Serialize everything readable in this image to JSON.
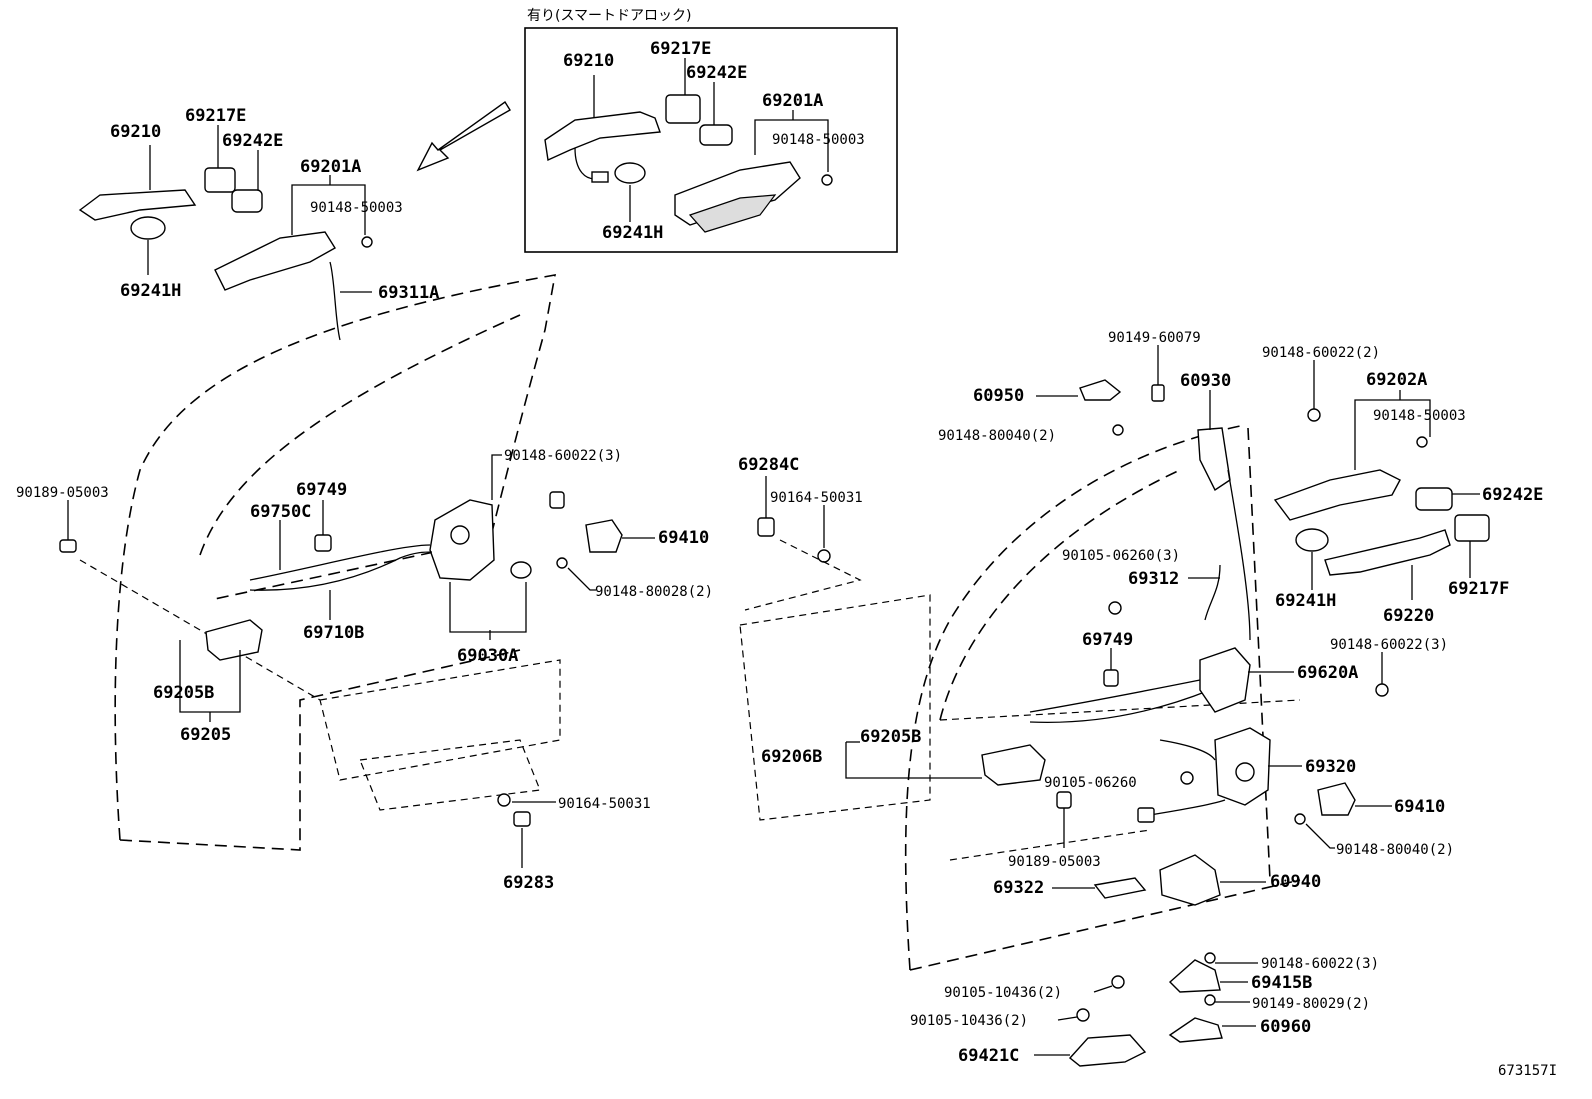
{
  "inset": {
    "title": "有り(スマートドアロック)"
  },
  "drawing_id": "673157I",
  "labels": {
    "i_69210": "69210",
    "i_69217E": "69217E",
    "i_69242E": "69242E",
    "i_69201A": "69201A",
    "i_90148_50003": "90148-50003",
    "i_69241H": "69241H",
    "l_69210": "69210",
    "l_69217E": "69217E",
    "l_69242E": "69242E",
    "l_69201A": "69201A",
    "l_90148_50003": "90148-50003",
    "l_69241H": "69241H",
    "l_69311A": "69311A",
    "l_90148_60022_3": "90148-60022(3)",
    "l_69749": "69749",
    "l_69750C": "69750C",
    "l_90189_05003": "90189-05003",
    "l_69410": "69410",
    "l_90148_80028_2": "90148-80028(2)",
    "l_69710B": "69710B",
    "l_69030A": "69030A",
    "l_69205B": "69205B",
    "l_69205": "69205",
    "l_90164_50031": "90164-50031",
    "l_69283": "69283",
    "m_69284C": "69284C",
    "m_90164_50031": "90164-50031",
    "r_90149_60079": "90149-60079",
    "r_90148_60022_2": "90148-60022(2)",
    "r_60950": "60950",
    "r_60930": "60930",
    "r_69202A": "69202A",
    "r_90148_80040_2a": "90148-80040(2)",
    "r_90148_50003": "90148-50003",
    "r_69242E": "69242E",
    "r_90105_06260_3": "90105-06260(3)",
    "r_69312": "69312",
    "r_69241H": "69241H",
    "r_69220": "69220",
    "r_69217F": "69217F",
    "r_69749": "69749",
    "r_69620A": "69620A",
    "r_90148_60022_3a": "90148-60022(3)",
    "r_69205B": "69205B",
    "r_69206B": "69206B",
    "r_90105_06260": "90105-06260",
    "r_69320": "69320",
    "r_69410": "69410",
    "r_90148_80040_2b": "90148-80040(2)",
    "r_90189_05003": "90189-05003",
    "r_69322": "69322",
    "r_60940": "60940",
    "r_90148_60022_3b": "90148-60022(3)",
    "r_69415B": "69415B",
    "r_90105_10436_2a": "90105-10436(2)",
    "r_90149_80029_2": "90149-80029(2)",
    "r_90105_10436_2b": "90105-10436(2)",
    "r_60960": "60960",
    "r_69421C": "69421C"
  }
}
